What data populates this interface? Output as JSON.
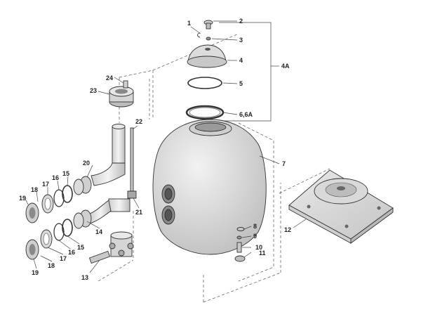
{
  "labels": {
    "p1": "1",
    "p2": "2",
    "p3": "3",
    "p4": "4",
    "p4a": "4A",
    "p5": "5",
    "p66a": "6,6A",
    "p7": "7",
    "p8": "8",
    "p9": "9",
    "p10": "10",
    "p11": "11",
    "p12": "12",
    "p13": "13",
    "p14": "14",
    "p15a": "15",
    "p15b": "15",
    "p16a": "16",
    "p16b": "16",
    "p17a": "17",
    "p17b": "17",
    "p18a": "18",
    "p18b": "18",
    "p19a": "19",
    "p19b": "19",
    "p20": "20",
    "p21": "21",
    "p22": "22",
    "p23": "23",
    "p24": "24"
  },
  "colors": {
    "tank": "#e4e4e4",
    "part": "#d6d6d6",
    "line": "#333333"
  }
}
